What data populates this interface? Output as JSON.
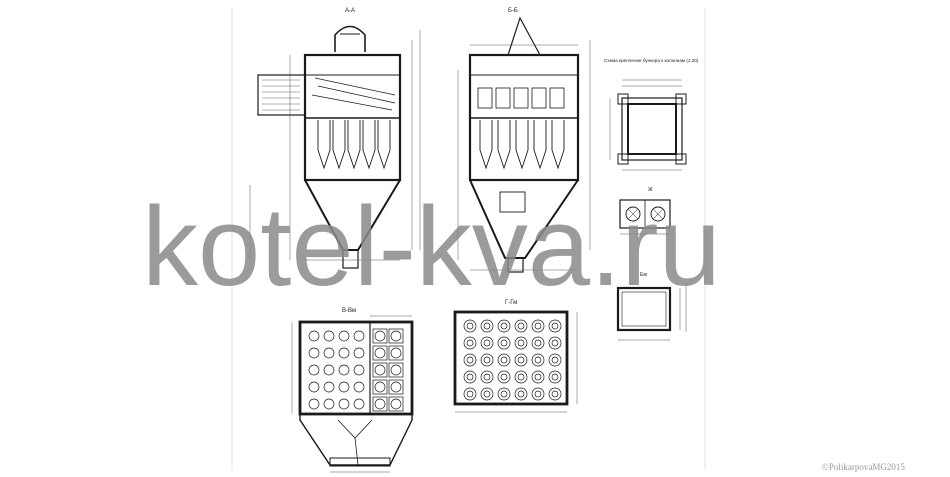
{
  "sections": {
    "aa": "А-А",
    "bb": "Б-Б",
    "vv": "В-Вм",
    "gg": "Г-Гм",
    "zh": "Ж",
    "e": "Ем"
  },
  "scheme_title": "Схема крепления бункера к колоннам (1:20)",
  "watermark": "kotel-kva.ru",
  "copyright": "©PolikarpovaMG2015",
  "colors": {
    "line": "#1a1a1a",
    "hatch": "#444444",
    "watermark": "#8a8a8a"
  }
}
